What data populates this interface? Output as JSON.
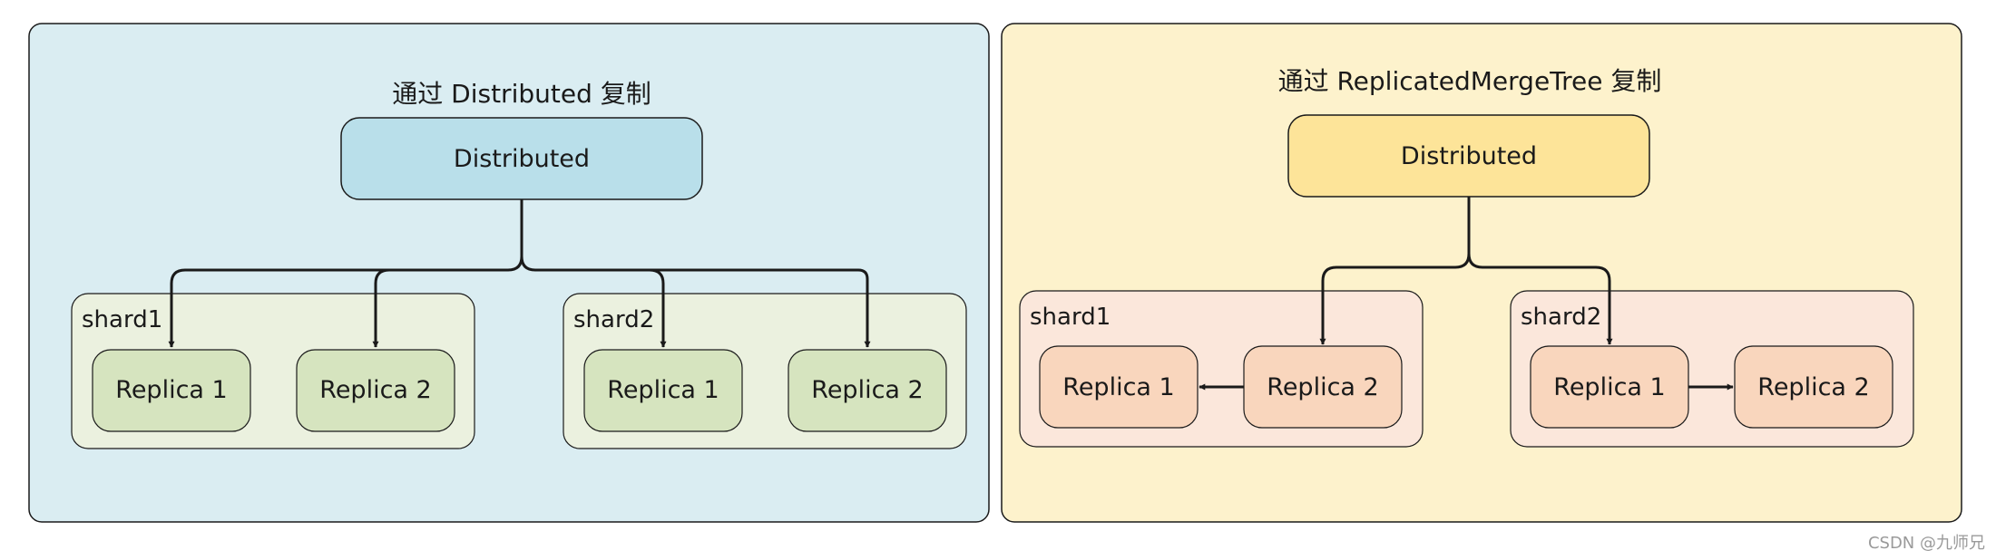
{
  "panels": {
    "left": {
      "title": "通过 Distributed 复制",
      "root_label": "Distributed",
      "shards": [
        {
          "label": "shard1",
          "replicas": [
            "Replica 1",
            "Replica 2"
          ]
        },
        {
          "label": "shard2",
          "replicas": [
            "Replica 1",
            "Replica 2"
          ]
        }
      ]
    },
    "right": {
      "title": "通过 ReplicatedMergeTree 复制",
      "root_label": "Distributed",
      "shards": [
        {
          "label": "shard1",
          "replicas": [
            "Replica 1",
            "Replica 2"
          ]
        },
        {
          "label": "shard2",
          "replicas": [
            "Replica 1",
            "Replica 2"
          ]
        }
      ]
    }
  },
  "watermark": "CSDN @九师兄",
  "colors": {
    "left_panel_bg": "#daedf2",
    "left_root_fill": "#b9dfea",
    "left_shard_bg": "#ebf1df",
    "left_replica_fill": "#d6e4bf",
    "right_panel_bg": "#fdf2cc",
    "right_root_fill": "#fde499",
    "right_shard_bg": "#fbe7db",
    "right_replica_fill": "#f9d6bd",
    "stroke": "#1a1a1a"
  },
  "icons": [
    "arrow-head"
  ]
}
